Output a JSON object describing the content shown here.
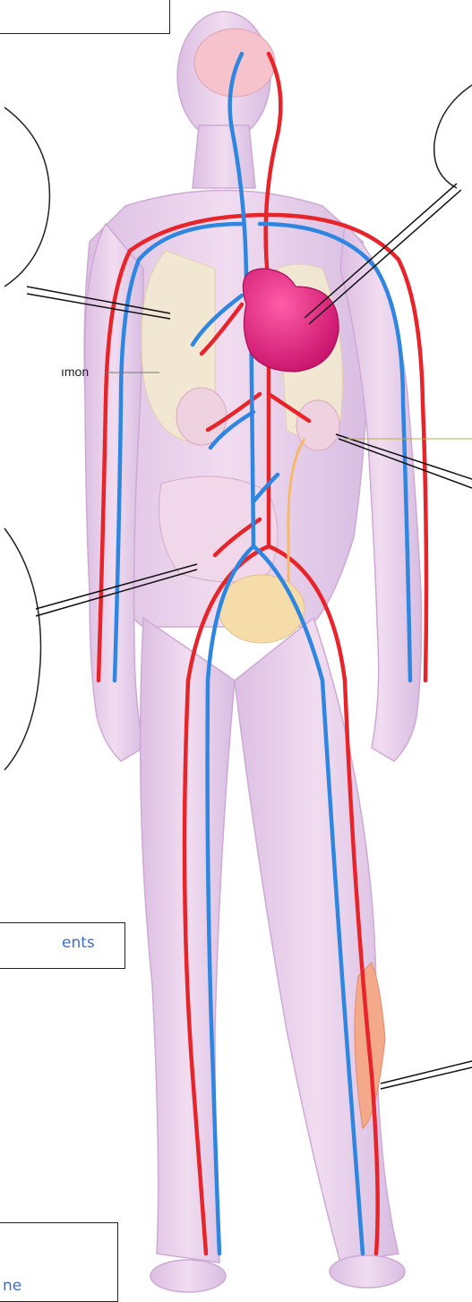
{
  "labels": {
    "lung_fragment": "ımon",
    "box_left_text": "ents",
    "box_bottom_text": "ne"
  },
  "colors": {
    "artery": "#e8242b",
    "vein": "#2f86e0",
    "body": "#e9c9ea",
    "heart": "#e2187a",
    "lung": "#f1e8c8",
    "label_text": "#3a6fc9"
  }
}
